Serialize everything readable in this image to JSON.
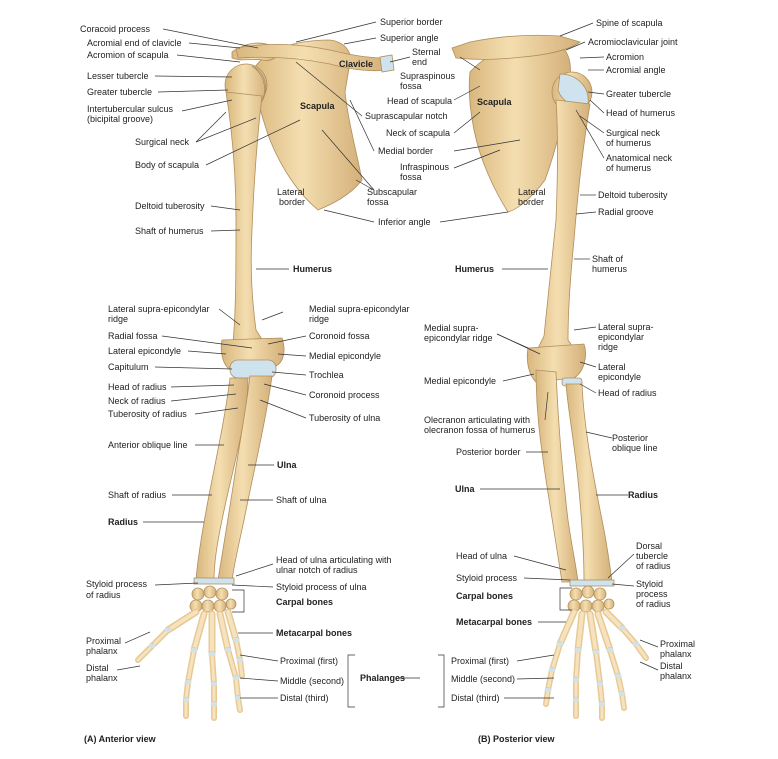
{
  "colors": {
    "bone": "#efd6a4",
    "bone_edge": "#b89868",
    "cartilage": "#cfe3ee",
    "line": "#333333"
  },
  "anterior": {
    "caption": "(A) Anterior view",
    "left": {
      "coracoid": "Coracoid process",
      "acromial_end": "Acromial end of clavicle",
      "acromion": "Acromion of scapula",
      "lesser_tubercle": "Lesser tubercle",
      "greater_tubercle": "Greater tubercle",
      "intertubercular_1": "Intertubercular sulcus",
      "intertubercular_2": "(bicipital groove)",
      "surgical_neck": "Surgical neck",
      "body_scapula": "Body of scapula",
      "deltoid": "Deltoid tuberosity",
      "shaft_humerus": "Shaft of humerus",
      "lat_supra_1": "Lateral supra-epicondylar",
      "lat_supra_2": "ridge",
      "radial_fossa": "Radial fossa",
      "lat_epicondyle": "Lateral epicondyle",
      "capitulum": "Capitulum",
      "head_radius": "Head of radius",
      "neck_radius": "Neck of radius",
      "tuberosity_radius": "Tuberosity of radius",
      "ant_oblique": "Anterior oblique line",
      "shaft_radius": "Shaft of radius",
      "radius": "Radius",
      "styloid_1": "Styloid process",
      "styloid_2": "of radius",
      "prox_phalanx_1": "Proximal",
      "prox_phalanx_2": "phalanx",
      "distal_phalanx_1": "Distal",
      "distal_phalanx_2": "phalanx"
    },
    "right": {
      "clavicle": "Clavicle",
      "scapula": "Scapula",
      "lateral_border_1": "Lateral",
      "lateral_border_2": "border",
      "humerus": "Humerus",
      "med_supra_1": "Medial supra-epicondylar",
      "med_supra_2": "ridge",
      "coronoid_fossa": "Coronoid fossa",
      "med_epicondyle": "Medial epicondyle",
      "trochlea": "Trochlea",
      "coronoid_process": "Coronoid process",
      "tuberosity_ulna": "Tuberosity of ulna",
      "ulna": "Ulna",
      "shaft_ulna": "Shaft of ulna",
      "head_ulna_1": "Head of ulna articulating with",
      "head_ulna_2": "ulnar notch of radius",
      "styloid_ulna": "Styloid process of ulna",
      "carpal": "Carpal bones",
      "metacarpal": "Metacarpal bones"
    }
  },
  "center": {
    "superior_border": "Superior border",
    "superior_angle": "Superior angle",
    "sternal_1": "Sternal",
    "sternal_2": "end",
    "supraspinous_1": "Supraspinous",
    "supraspinous_2": "fossa",
    "head_scapula": "Head of scapula",
    "suprascapular_notch": "Suprascapular notch",
    "neck_scapula": "Neck of scapula",
    "medial_border": "Medial border",
    "infraspinous_1": "Infraspinous",
    "infraspinous_2": "fossa",
    "subscapular_1": "Subscapular",
    "subscapular_2": "fossa",
    "inferior_angle": "Inferior angle",
    "phalanges": "Phalanges",
    "proximal_first": "Proximal (first)",
    "middle_second": "Middle (second)",
    "distal_third": "Distal (third)"
  },
  "posterior": {
    "caption": "(B) Posterior view",
    "left": {
      "scapula": "Scapula",
      "lateral_border_1": "Lateral",
      "lateral_border_2": "border",
      "humerus": "Humerus",
      "med_supra_1": "Medial supra-",
      "med_supra_2": "epicondylar ridge",
      "med_epicondyle": "Medial epicondyle",
      "olecranon_1": "Olecranon articulating with",
      "olecranon_2": "olecranon fossa of humerus",
      "posterior_border": "Posterior border",
      "ulna": "Ulna",
      "head_ulna": "Head of ulna",
      "styloid": "Styloid process",
      "carpal": "Carpal bones",
      "metacarpal": "Metacarpal bones"
    },
    "right": {
      "spine_scapula": "Spine of scapula",
      "acromioclavicular": "Acromioclavicular joint",
      "acromion": "Acromion",
      "acromial_angle": "Acromial angle",
      "greater_tubercle": "Greater tubercle",
      "head_humerus": "Head of humerus",
      "surgical_neck_1": "Surgical neck",
      "surgical_neck_2": "of humerus",
      "anatomical_neck_1": "Anatomical neck",
      "anatomical_neck_2": "of humerus",
      "deltoid": "Deltoid tuberosity",
      "radial_groove": "Radial groove",
      "shaft_1": "Shaft of",
      "shaft_2": "humerus",
      "lat_supra_1": "Lateral supra-",
      "lat_supra_2": "epicondylar",
      "lat_supra_3": "ridge",
      "lat_epi_1": "Lateral",
      "lat_epi_2": "epicondyle",
      "head_radius": "Head of radius",
      "post_oblique_1": "Posterior",
      "post_oblique_2": "oblique line",
      "radius": "Radius",
      "dorsal_1": "Dorsal",
      "dorsal_2": "tubercle",
      "dorsal_3": "of radius",
      "styloid_1": "Styloid",
      "styloid_2": "process",
      "styloid_3": "of radius",
      "prox_1": "Proximal",
      "prox_2": "phalanx",
      "distal_1": "Distal",
      "distal_2": "phalanx"
    }
  }
}
